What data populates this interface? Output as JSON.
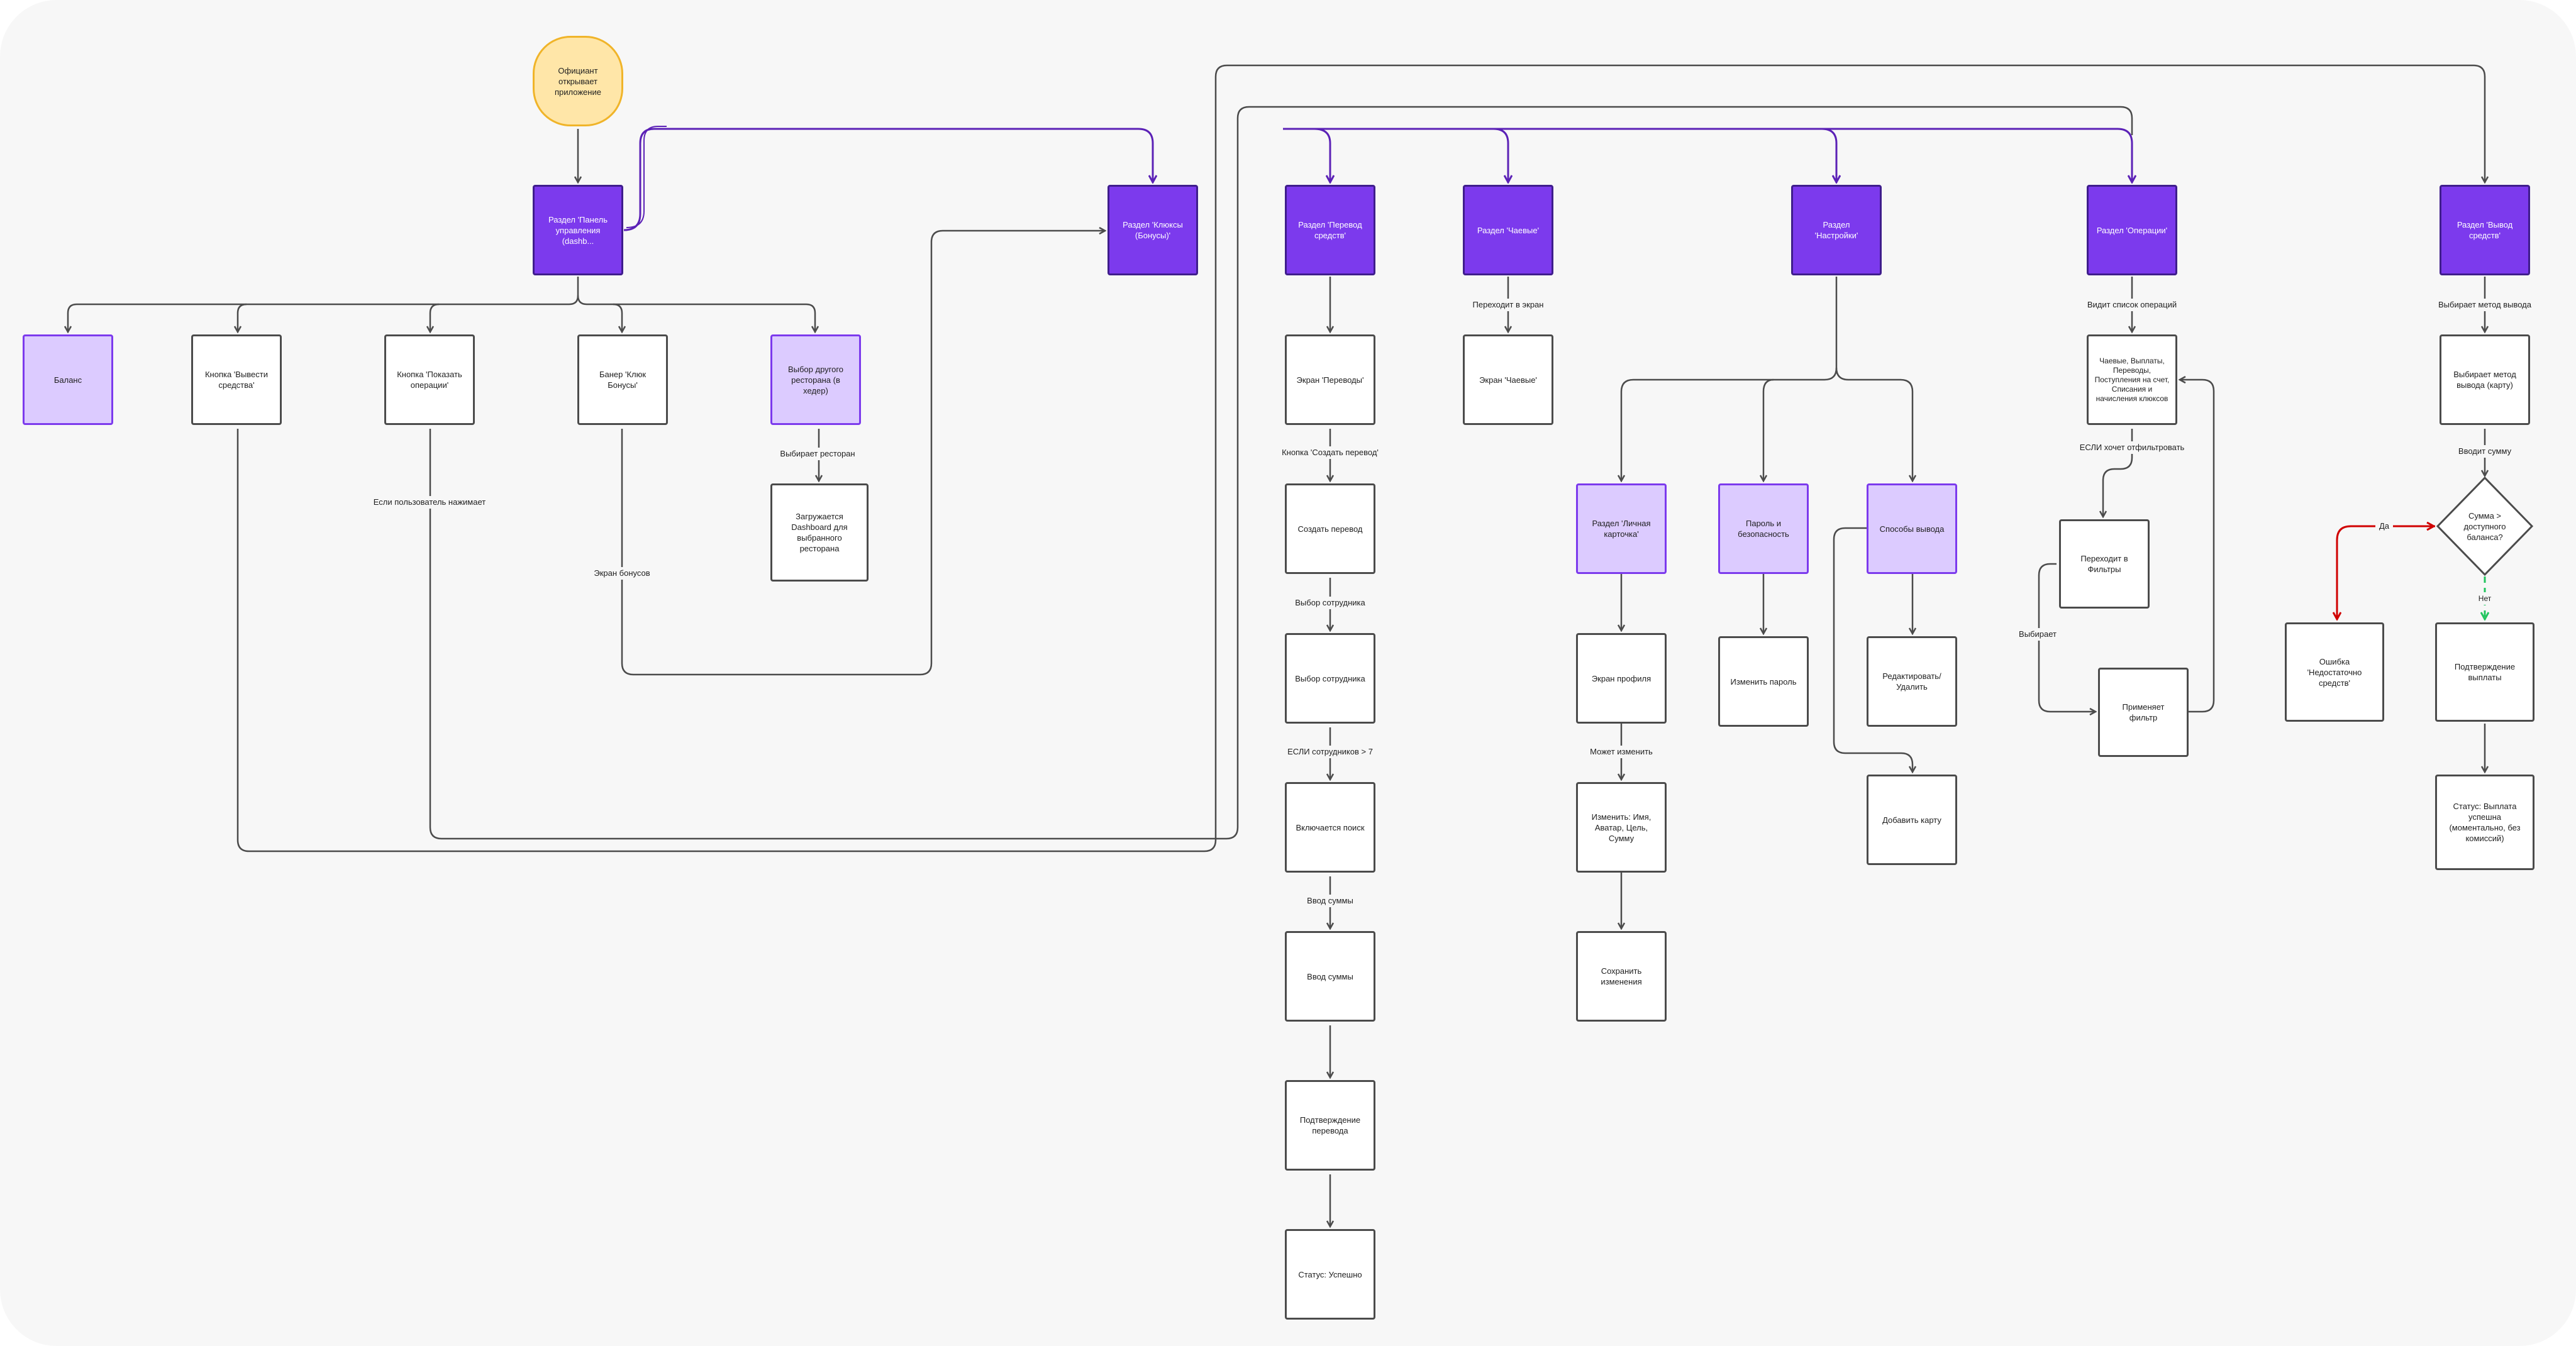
{
  "colors": {
    "background": "#f7f7f7",
    "section_fill": "#7c3aed",
    "section_stroke": "#3f1d8c",
    "sub_fill": "#dccbff",
    "start_fill": "#ffe6a8",
    "start_stroke": "#f0b429",
    "edge": "#4b4b4b",
    "edge_primary": "#5b21b6",
    "edge_yes": "#d00000",
    "edge_no": "#22c55e"
  },
  "nodes": {
    "start": "Официант открывает приложение",
    "panel": "Раздел 'Панель управления (dashb...",
    "balance": "Баланс",
    "btn_withdraw": "Кнопка 'Вывести средства'",
    "btn_ops": "Кнопка 'Показать операции'",
    "banner": "Банер 'Клюк Бонусы'",
    "choose_rest": "Выбор другого ресторана (в хедер)",
    "dashboard_loaded": "Загружается Dashboard для выбранного ресторана",
    "sec_bonuses": "Раздел 'Клюксы (Бонусы)'",
    "sec_transfer": "Раздел 'Перевод средств'",
    "transfers_screen": "Экран 'Переводы'",
    "create_transfer": "Создать перевод",
    "select_employee": "Выбор сотрудника",
    "search_on": "Включается поиск",
    "enter_amount": "Ввод суммы",
    "confirm_transfer": "Подтверждение перевода",
    "status_success": "Статус: Успешно",
    "sec_tips": "Раздел 'Чаевые'",
    "tips_screen": "Экран 'Чаевые'",
    "sec_settings": "Раздел 'Настройки'",
    "personal_card": "Раздел 'Личная карточка'",
    "password_security": "Пароль и безопасность",
    "payout_methods": "Способы вывода",
    "profile_screen": "Экран профиля",
    "change_password": "Изменить пароль",
    "edit_delete": "Редактировать/ Удалить",
    "add_card": "Добавить карту",
    "change_fields": "Изменить: Имя, Аватар, Цель, Сумму",
    "save_changes": "Сохранить изменения",
    "sec_operations": "Раздел 'Операции'",
    "ops_list": "Чаевые, Выплаты, Переводы, Поступления на счет, Списания и начисления клюксов",
    "go_filters": "Переходит в Фильтры",
    "apply_filter": "Применяет фильтр",
    "sec_payout": "Раздел 'Вывод средств'",
    "choose_method": "Выбирает метод вывода (карту)",
    "decision": "Сумма > доступного баланса?",
    "error_funds": "Ошибка 'Недостаточно средств'",
    "confirm_payout": "Подтверждение выплаты",
    "payout_status": "Статус: Выплата успешна (моментально, без комиссий)"
  },
  "edge_labels": {
    "selects_restaurant": "Выбирает ресторан",
    "if_user_clicks": "Если пользователь нажимает",
    "bonus_screen": "Экран бонусов",
    "btn_create_transfer": "Кнопка 'Создать перевод'",
    "select_employee": "Выбор сотрудника",
    "if_employees": "ЕСЛИ сотрудников > 7",
    "enter_amount": "Ввод суммы",
    "go_to_screen": "Переходит в экран",
    "can_change": "Может изменить",
    "sees_ops_list": "Видит список операций",
    "if_wants_filter": "ЕСЛИ хочет отфильтровать",
    "selects": "Выбирает",
    "selects_method": "Выбирает метод вывода",
    "enters_amount": "Вводит сумму",
    "yes": "Да",
    "no": "Нет"
  }
}
